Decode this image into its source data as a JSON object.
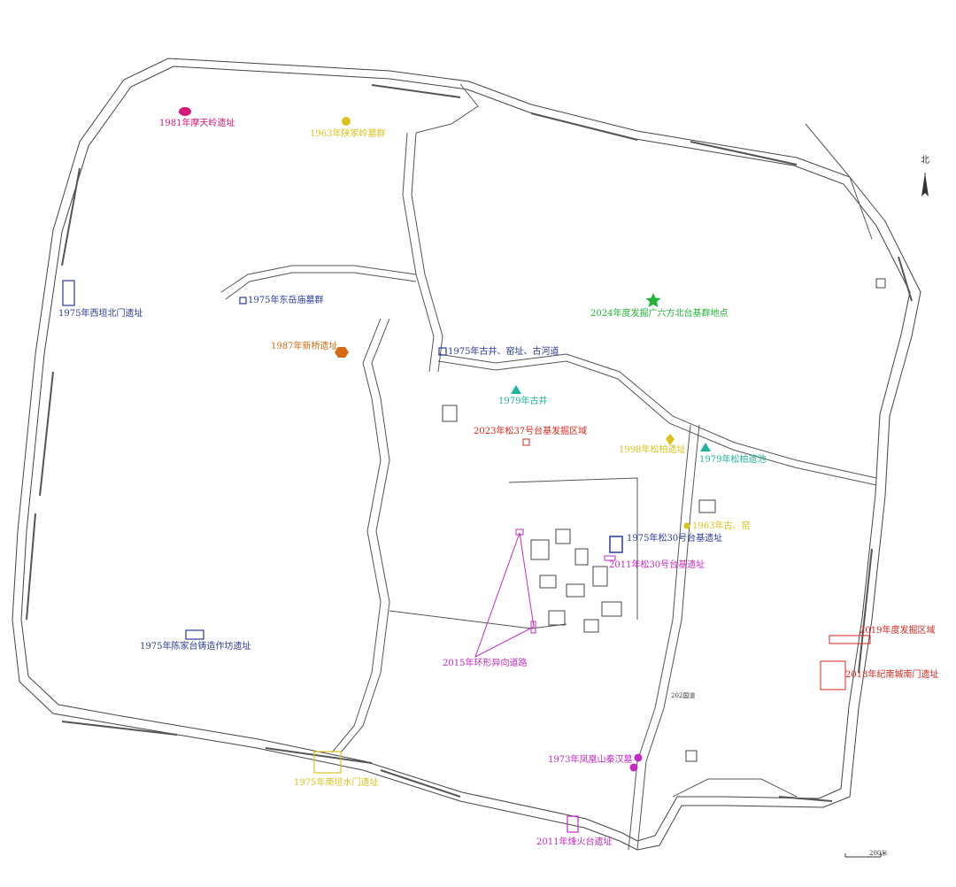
{
  "map": {
    "north_label": "北",
    "scale_label": "200米",
    "road_label": "202国道",
    "colors": {
      "magenta": "#d6187a",
      "yellow": "#d9c31e",
      "blue": "#2b3a9c",
      "orange": "#d66a12",
      "green": "#23b33a",
      "teal": "#1fb39a",
      "red": "#d8271f",
      "purple": "#c42ac2",
      "outline": "#444444"
    },
    "sites": [
      {
        "label": "1981年摩天岭遗址",
        "marker": "ellipse",
        "color": "magenta"
      },
      {
        "label": "1963年陕家岭墓群",
        "marker": "dot",
        "color": "yellow"
      },
      {
        "label": "1975年西垣北门遗址",
        "marker": "rect",
        "color": "blue"
      },
      {
        "label": "1975年东岳庙墓群",
        "marker": "square",
        "color": "blue"
      },
      {
        "label": "2024年度发掘广六方北台基群地点",
        "marker": "star",
        "color": "green"
      },
      {
        "label": "1987年新桥遗址",
        "marker": "hexagon",
        "color": "orange"
      },
      {
        "label": "1975年古井、窑址、古河道",
        "marker": "square",
        "color": "blue"
      },
      {
        "label": "1979年古井",
        "marker": "triangle",
        "color": "teal"
      },
      {
        "label": "2023年松37号台基发掘区域",
        "marker": "square",
        "color": "red"
      },
      {
        "label": "1998年松柏遗址",
        "marker": "diamond",
        "color": "yellow"
      },
      {
        "label": "1979年松柏遗池",
        "marker": "triangle",
        "color": "teal"
      },
      {
        "label": "1963年古、窑",
        "marker": "dot",
        "color": "yellow"
      },
      {
        "label": "1975年松30号台基遗址",
        "marker": "rect",
        "color": "blue"
      },
      {
        "label": "2011年松30号台基遗址",
        "marker": "rect",
        "color": "purple"
      },
      {
        "label": "1975年陈家台铸造作坊遗址",
        "marker": "rect",
        "color": "blue"
      },
      {
        "label": "2015年环形异向道路",
        "marker": "triangle-outline",
        "color": "purple"
      },
      {
        "label": "2019年度发掘区域",
        "marker": "rect",
        "color": "red"
      },
      {
        "label": "2018年纪南城南门遗址",
        "marker": "rect",
        "color": "red"
      },
      {
        "label": "1973年凤凰山秦汉墓",
        "marker": "dots",
        "color": "purple"
      },
      {
        "label": "1975年南垣水门遗址",
        "marker": "rect",
        "color": "yellow"
      },
      {
        "label": "2011年烽火台遗址",
        "marker": "rect",
        "color": "purple"
      }
    ]
  }
}
